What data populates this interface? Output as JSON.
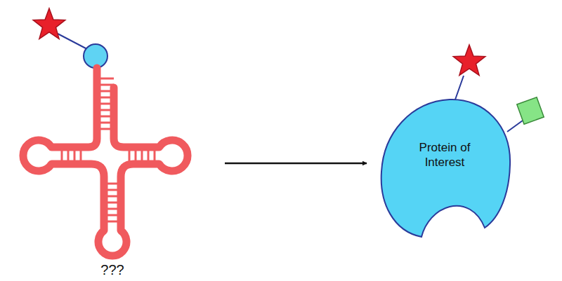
{
  "diagram": {
    "nodes": [
      {
        "text": [
          "???"
        ]
      },
      {
        "text": [
          "Protein of Interest"
        ]
      }
    ],
    "edges": [
      {
        "from": 0,
        "to": 1,
        "arrow": "to"
      }
    ]
  }
}
